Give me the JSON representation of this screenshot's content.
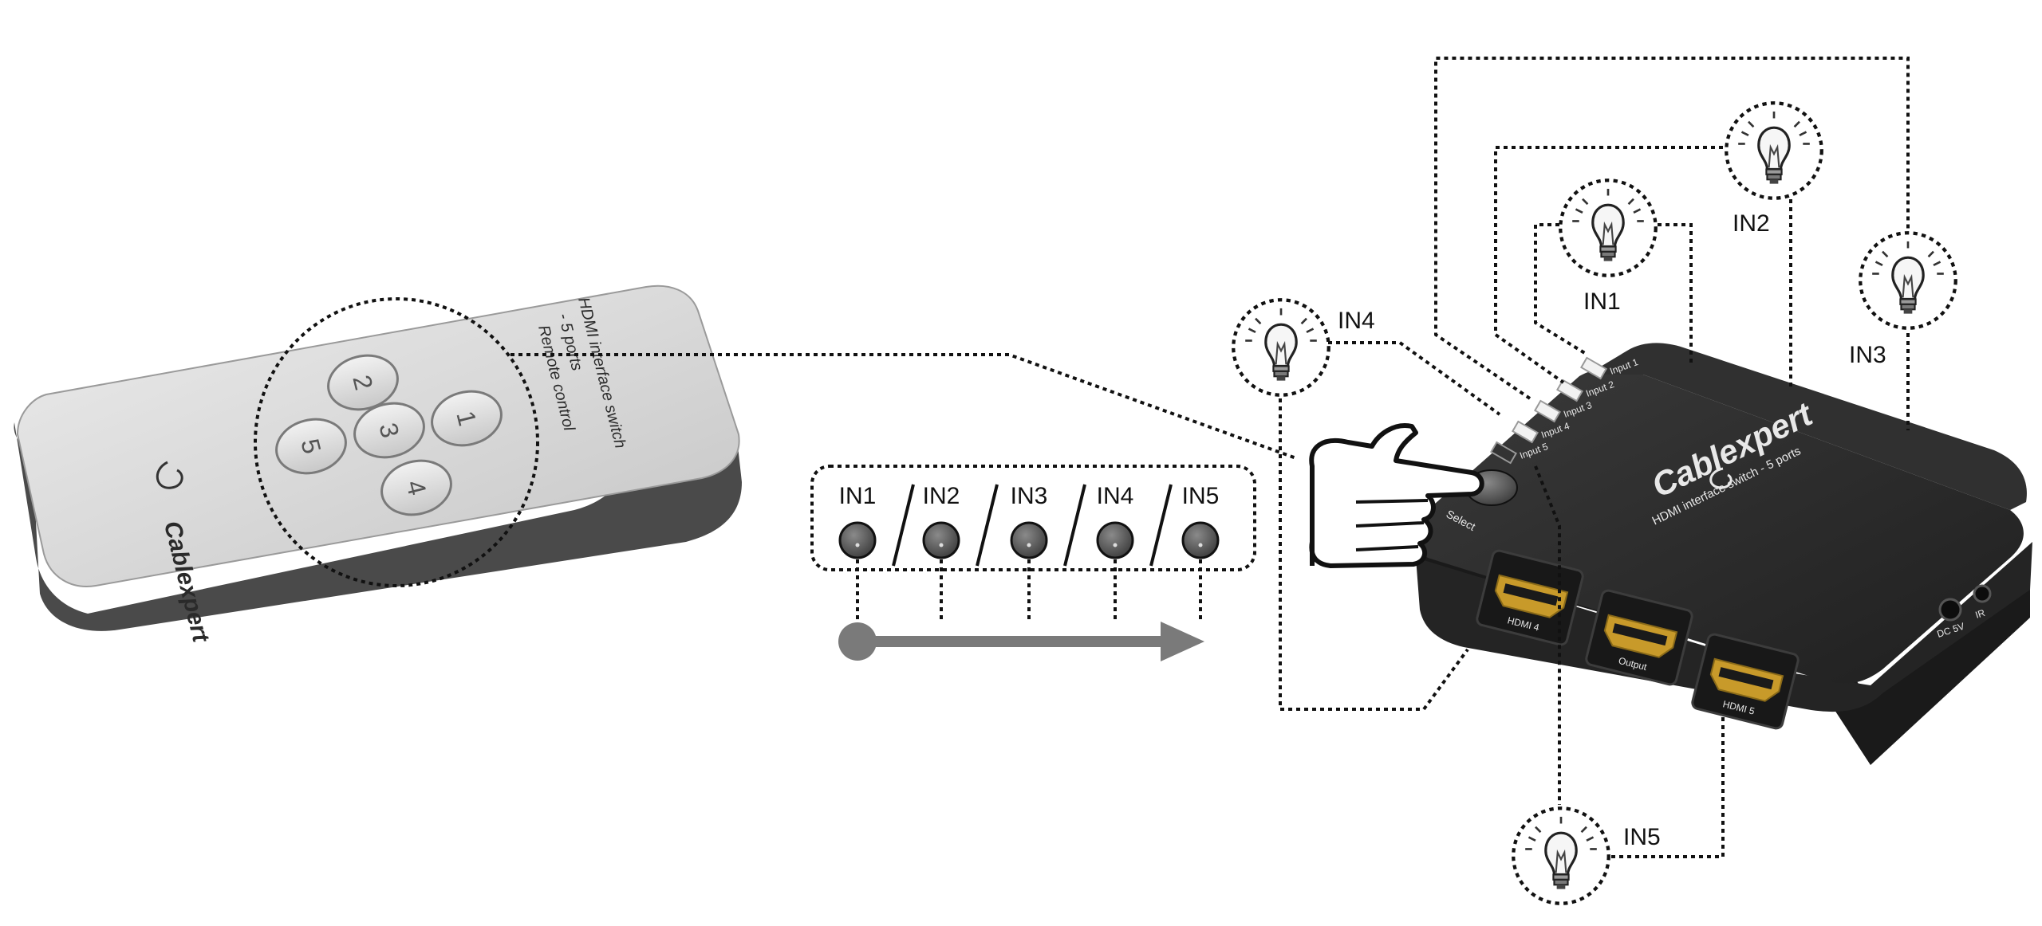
{
  "remote": {
    "brand": "Cablexpert",
    "caption_lines": [
      "HDMI interface switch",
      "- 5 ports",
      "Remote control"
    ],
    "buttons": [
      "1",
      "2",
      "3",
      "4",
      "5"
    ]
  },
  "sequence": {
    "labels": [
      "IN1",
      "IN2",
      "IN3",
      "IN4",
      "IN5"
    ]
  },
  "device": {
    "brand": "Cablexpert",
    "subtitle": "HDMI interface switch - 5 ports",
    "led_labels": [
      "Input 1",
      "Input 2",
      "Input 3",
      "Input 4",
      "Input 5"
    ],
    "button_label": "Select",
    "port_labels": [
      "HDMI 4",
      "Output",
      "HDMI 5"
    ],
    "side_labels": [
      "DC 5V",
      "IR"
    ]
  },
  "bulbs": {
    "in1": "IN1",
    "in2": "IN2",
    "in3": "IN3",
    "in4": "IN4",
    "in5": "IN5"
  },
  "colors": {
    "remote_body": "#d6d6d6",
    "remote_base": "#4a4a4a",
    "device_body": "#2b2b2b",
    "arrow": "#7a7a7a"
  }
}
